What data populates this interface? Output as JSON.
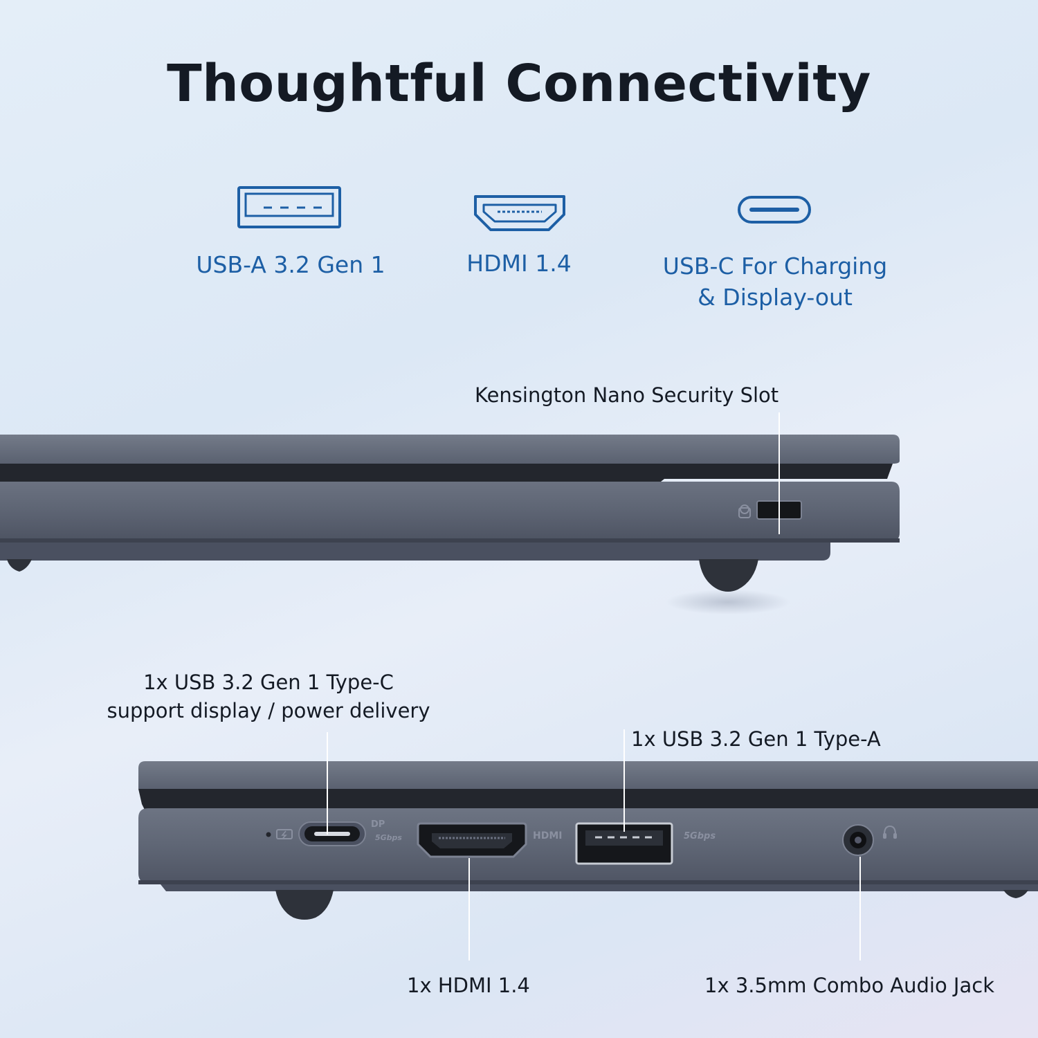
{
  "title": "Thoughtful Connectivity",
  "features": [
    {
      "icon": "usb-a-port-icon",
      "label": "USB-A 3.2 Gen 1"
    },
    {
      "icon": "hdmi-port-icon",
      "label": "HDMI 1.4"
    },
    {
      "icon": "usb-c-port-icon",
      "label_line1": "USB-C For Charging",
      "label_line2": "& Display-out"
    }
  ],
  "callouts": {
    "kensington": "Kensington Nano Security Slot",
    "usb_c_line1": "1x USB 3.2 Gen 1 Type-C",
    "usb_c_line2": "support display / power delivery",
    "usb_a": "1x USB 3.2 Gen 1 Type-A",
    "hdmi": "1x HDMI 1.4",
    "audio": "1x 3.5mm Combo Audio Jack"
  },
  "port_markings": {
    "dp": "DP",
    "speed_c": "5Gbps",
    "hdmi": "HDMI",
    "speed_a": "5Gbps"
  },
  "colors": {
    "accent": "#1d5fa5",
    "chassis": "#5b6272",
    "text": "#141a24"
  }
}
